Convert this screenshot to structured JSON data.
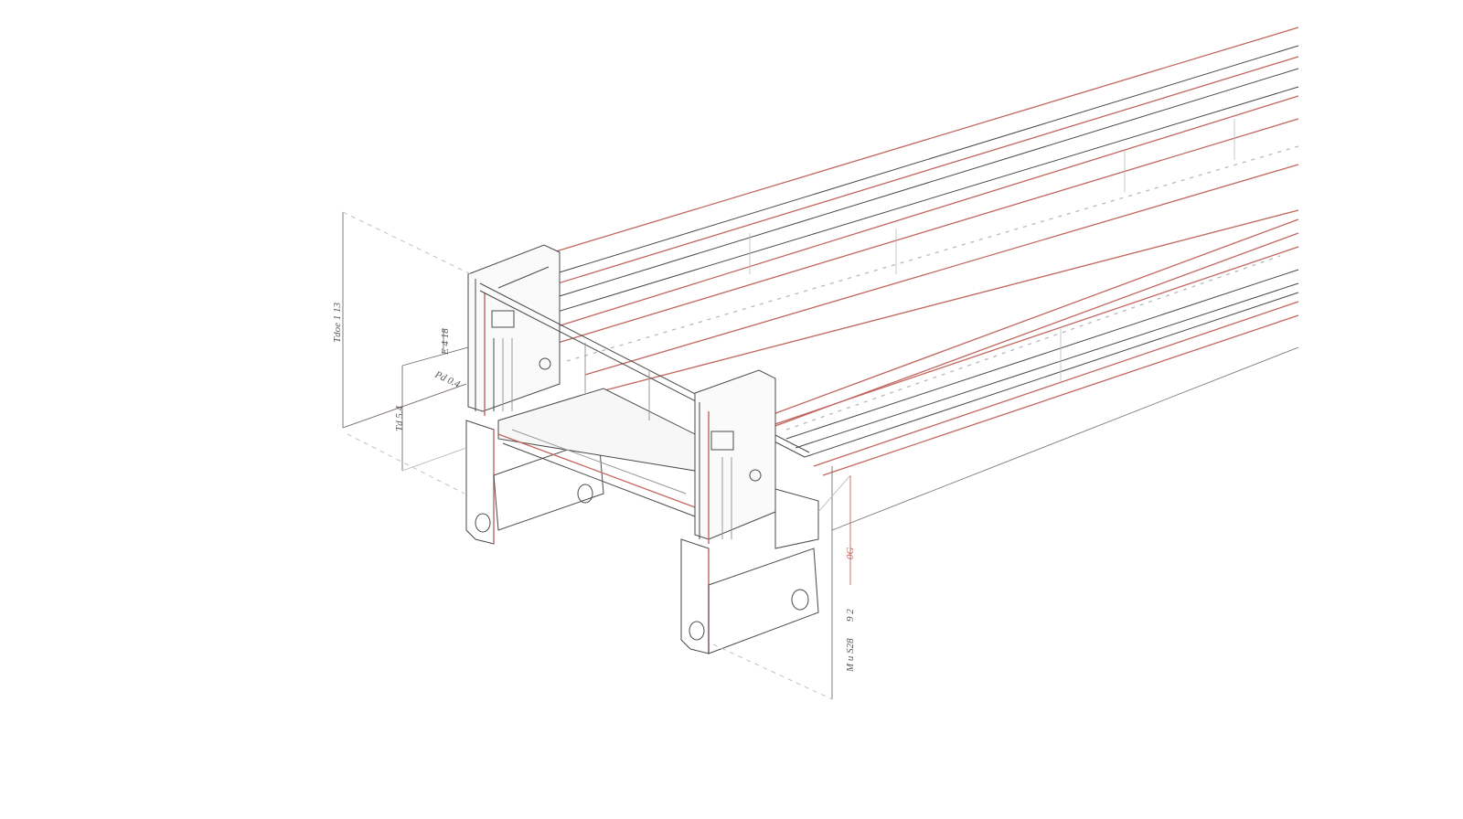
{
  "drawing": {
    "type": "isometric technical sketch",
    "subject": "twin-support rail/beam assembly",
    "colors": {
      "background": "#ffffff",
      "ink": "#4a4a4a",
      "accent_red": "#c0675e",
      "light_gray": "#b8b8b8"
    }
  },
  "dimensions": {
    "left_overall": "Tdoe 1 13",
    "left_upper": "E 4 18",
    "left_diag": "Pd 0.4",
    "left_lower": "Td 5.4",
    "right_top": "0G",
    "right_mid": "9 2",
    "right_bottom": "M u S28"
  }
}
